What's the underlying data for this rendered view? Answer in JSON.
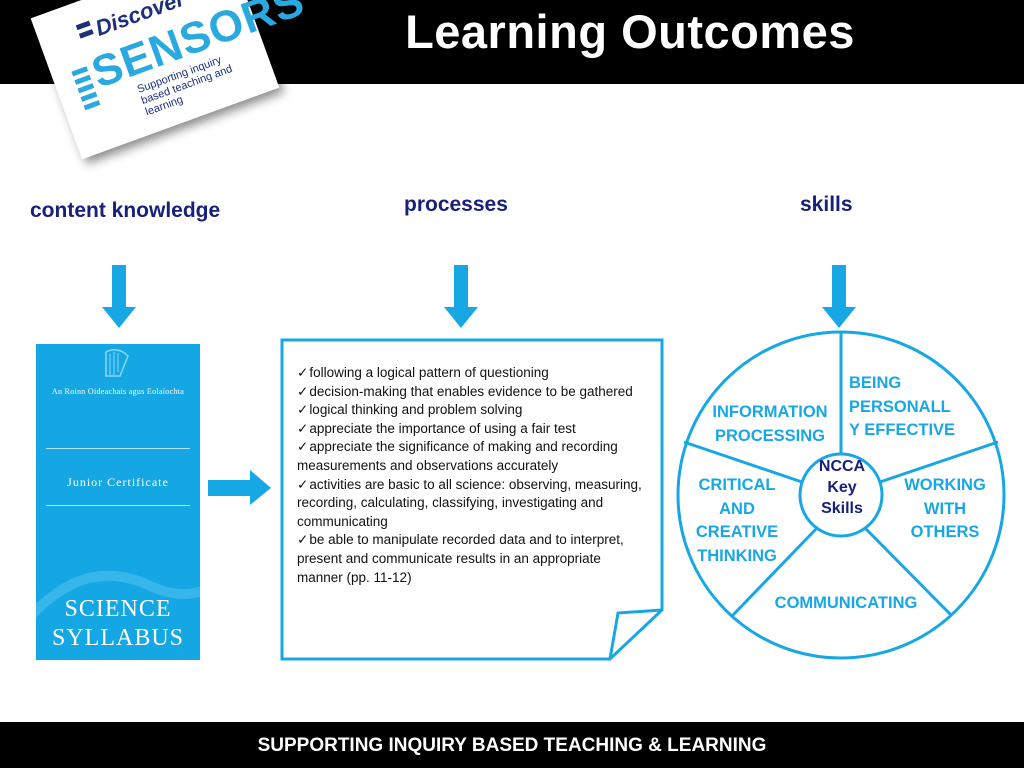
{
  "header": {
    "title": "Learning Outcomes",
    "logo": {
      "word_discover": "Discover",
      "word_sensors": "SENSORS",
      "tagline": "Supporting inquiry based teaching and learning"
    }
  },
  "columns": {
    "content_knowledge": "content knowledge",
    "processes": "processes",
    "skills": "skills"
  },
  "cover": {
    "department": "An Roinn Oideachais agus Eolaíochta",
    "series": "Junior Certificate",
    "title_line1": "SCIENCE",
    "title_line2": "SYLLABUS",
    "emblem_icon": "harp-icon"
  },
  "processes_list": [
    "following a logical pattern of questioning",
    "decision-making that enables evidence to be gathered",
    "logical thinking and problem solving",
    "appreciate the importance of using a fair test",
    "appreciate the significance of making and recording measurements and observations accurately",
    "activities are basic to all science: observing, measuring, recording, calculating, classifying, investigating and communicating",
    "be able to manipulate recorded data and to interpret, present and communicate results in an appropriate manner (pp. 11-12)"
  ],
  "key_skills": {
    "hub": [
      "NCCA",
      "Key",
      "Skills"
    ],
    "segments": {
      "information_processing": [
        "INFORMATION",
        "PROCESSING"
      ],
      "being_personally_effective": [
        "BEING",
        "PERSONALL",
        "Y EFFECTIVE"
      ],
      "working_with_others": [
        "WORKING",
        "WITH",
        "OTHERS"
      ],
      "communicating": [
        "COMMUNICATING"
      ],
      "critical_creative_thinking": [
        "CRITICAL",
        "AND",
        "CREATIVE",
        "THINKING"
      ]
    }
  },
  "footer": {
    "text": "SUPPORTING INQUIRY BASED TEACHING & LEARNING"
  },
  "colors": {
    "accent_blue": "#18a7e5",
    "heading_navy": "#17207a",
    "bar_black": "#000000"
  }
}
